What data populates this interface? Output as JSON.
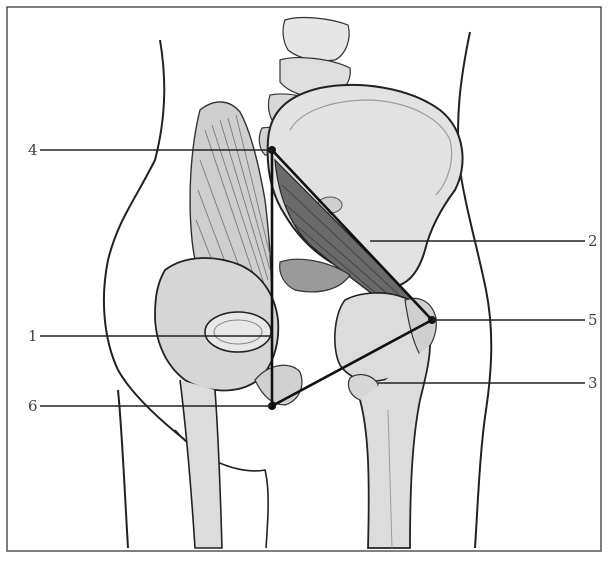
{
  "figure": {
    "labels": {
      "l1": "1",
      "l2": "2",
      "l3": "3",
      "l4": "4",
      "l5": "5",
      "l6": "6"
    },
    "colors": {
      "ink": "#222222",
      "bone_fill": "#e2e2e2",
      "bone_shade": "#b9b9b9",
      "muscle": "#6a6a6a",
      "frame": "#555555"
    }
  }
}
